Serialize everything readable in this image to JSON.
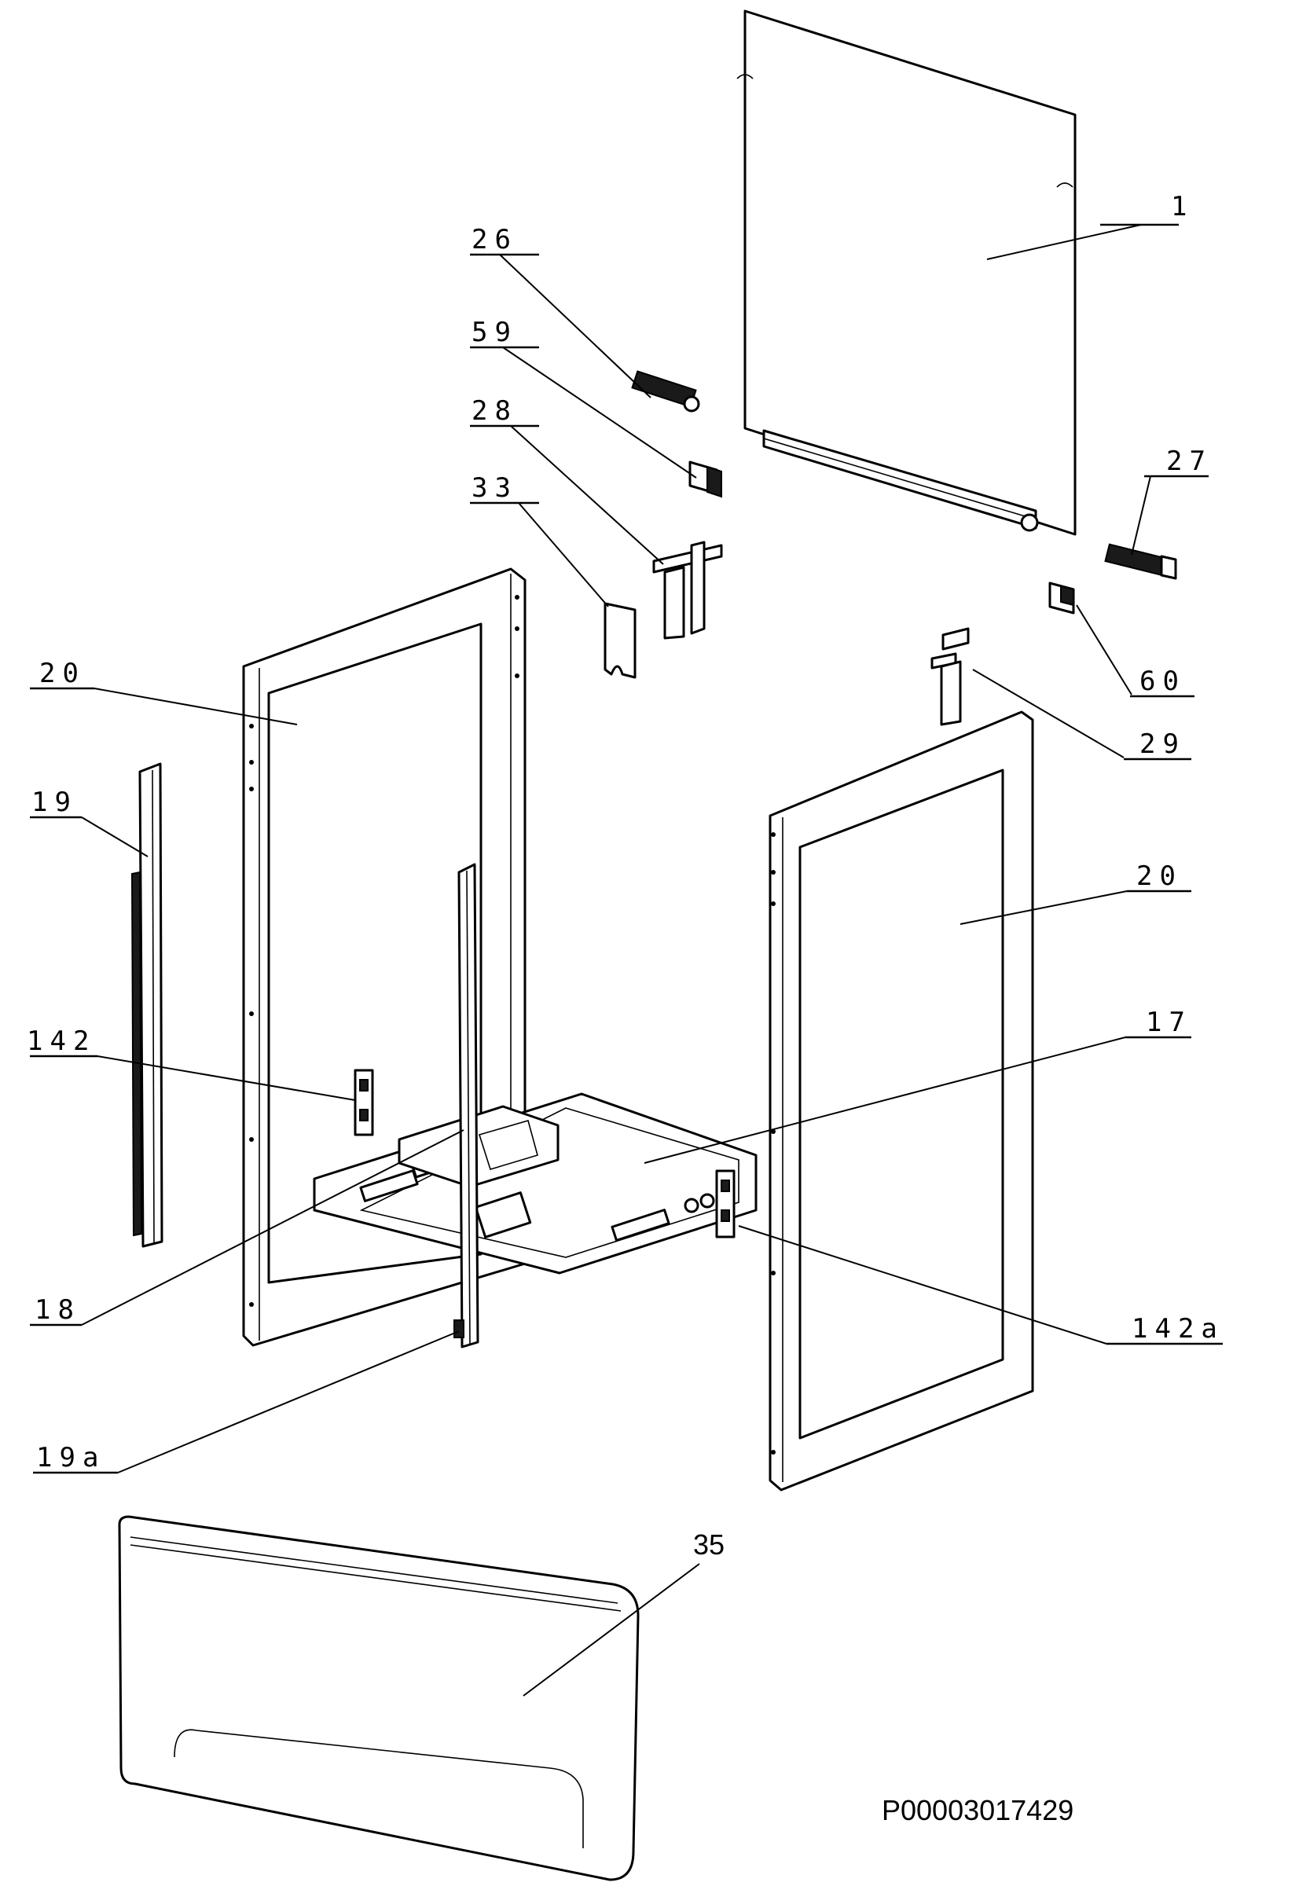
{
  "callouts": {
    "p1": "1",
    "p26": "26",
    "p59": "59",
    "p28": "28",
    "p33": "33",
    "p27": "27",
    "p60": "60",
    "p29": "29",
    "p20_left": "20",
    "p20_right": "20",
    "p19": "19",
    "p142": "142",
    "p17": "17",
    "p18": "18",
    "p142a": "142a",
    "p19a": "19a",
    "p35": "35"
  },
  "drawing_code": "P00003017429"
}
